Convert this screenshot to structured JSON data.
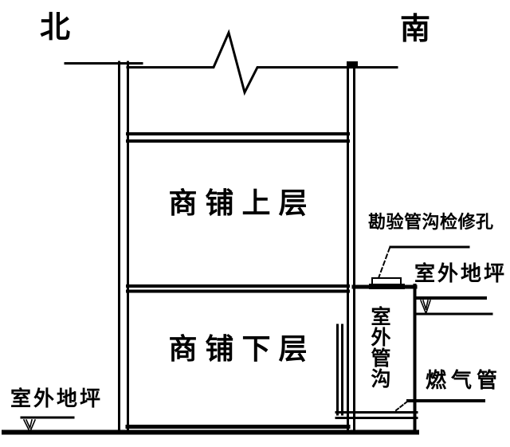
{
  "diagram": {
    "title_context": "building-cross-section",
    "compass": {
      "north": "北",
      "south": "南"
    },
    "floors": {
      "upper": "商铺上层",
      "lower": "商铺下层"
    },
    "labels": {
      "inspection_hole": "勘验管沟检修孔",
      "outdoor_ground_right": "室外地坪",
      "outdoor_ground_left": "室外地坪",
      "outdoor_trench": "室外管沟",
      "gas_pipe": "燃气管"
    },
    "colors": {
      "ink": "#000000",
      "background": "#ffffff"
    }
  }
}
